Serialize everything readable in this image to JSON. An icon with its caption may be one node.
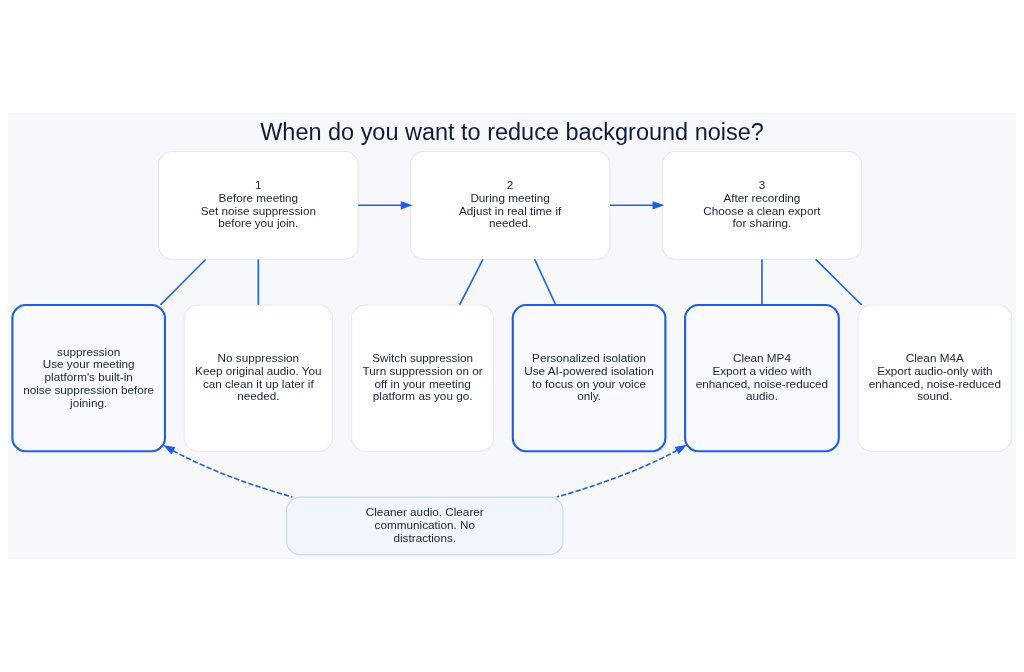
{
  "diagram": {
    "title": "When do you want to reduce background noise?",
    "nodes": [
      {
        "text": [
          "1",
          "Before meeting",
          "Set noise suppression before you join."
        ]
      },
      {
        "text": [
          "2",
          "During meeting",
          "Adjust in real time if needed."
        ]
      },
      {
        "text": [
          "3",
          "After recording",
          "Choose a clean export for sharing."
        ]
      },
      {
        "text": [
          "suppression",
          "Use your meeting platform's built-in noise suppression before joining."
        ]
      },
      {
        "text": [
          "No suppression",
          "Keep original audio. You can clean it up later if needed."
        ]
      },
      {
        "text": [
          "Switch suppression",
          "Turn suppression on or off in your meeting platform as you go."
        ]
      },
      {
        "text": [
          "Personalized isolation",
          "Use AI-powered isolation to focus on your voice only."
        ]
      },
      {
        "text": [
          "Clean MP4",
          "Export a video with enhanced, noise-reduced audio."
        ]
      },
      {
        "text": [
          "Clean M4A",
          "Export audio-only with enhanced, noise-reduced sound."
        ]
      },
      {
        "text": [
          "Cleaner audio. Clearer communication. No distractions."
        ]
      }
    ],
    "edges": [
      {
        "from": 0,
        "to": 1,
        "arrow": "to"
      },
      {
        "from": 1,
        "to": 2,
        "arrow": "to"
      },
      {
        "from": 0,
        "to": 3,
        "arrow": "none"
      },
      {
        "from": 0,
        "to": 4,
        "arrow": "none"
      },
      {
        "from": 1,
        "to": 5,
        "arrow": "none"
      },
      {
        "from": 1,
        "to": 6,
        "arrow": "none"
      },
      {
        "from": 2,
        "to": 7,
        "arrow": "none"
      },
      {
        "from": 2,
        "to": 8,
        "arrow": "none"
      },
      {
        "from": 9,
        "to": 3,
        "arrow": "to",
        "style": "dashed"
      },
      {
        "from": 9,
        "to": 7,
        "arrow": "to",
        "style": "dashed"
      }
    ]
  }
}
